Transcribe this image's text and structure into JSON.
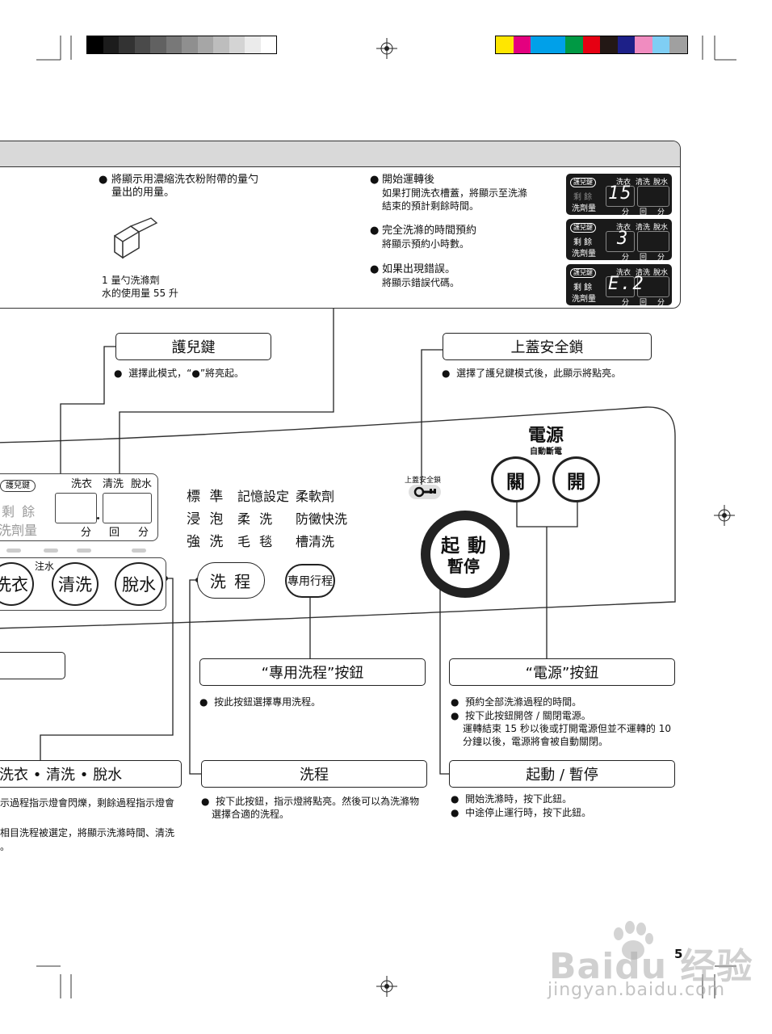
{
  "colors": {
    "panel_bg": "#ffffff",
    "header_band": "#d9d9d9",
    "ink": "#111111",
    "lcd": "#1a1a1a"
  },
  "registration": {
    "gray_bar": [
      "#000000",
      "#1c1c1c",
      "#333333",
      "#4a4a4a",
      "#616161",
      "#787878",
      "#8f8f8f",
      "#a6a6a6",
      "#bdbdbd",
      "#d4d4d4",
      "#ebebeb",
      "#ffffff"
    ],
    "color_bar": [
      "#ffe600",
      "#e4007f",
      "#00a0e9",
      "#00a0e9",
      "#009944",
      "#e60012",
      "#231815",
      "#1d2088",
      "#f08cc0",
      "#7fcef4",
      "#a0a0a0"
    ]
  },
  "top_panel": {
    "bullet1_line1": "將顯示用濃縮洗衣粉附帶的量勺",
    "bullet1_line2": "量出的用量。",
    "scoop_caption1": "1 量勺洗滌劑",
    "scoop_caption2": "水的使用量 55 升",
    "b2_title": "開始運轉後",
    "b2_line1": "如果打開洗衣槽蓋，將顯示至洗滌",
    "b2_line2": "結束的預計剩餘時間。",
    "b3_title": "完全洗滌的時間預約",
    "b3_line1": "將顯示預約小時數。",
    "b4_title": "如果出現錯誤。",
    "b4_line1": "將顯示錯誤代碼。",
    "lcds": [
      {
        "tag": "護兒鍵",
        "h1": "洗衣",
        "h2": "清洗",
        "h3": "脫水",
        "left1": "剩 餘",
        "left2": "洗劑量",
        "digits": "15",
        "u1": "分",
        "u2": "回",
        "u3": "分"
      },
      {
        "tag": "護兒鍵",
        "h1": "洗衣",
        "h2": "清洗",
        "h3": "脫水",
        "left1": "剩 餘",
        "left2": "洗劑量",
        "digits": "3",
        "u1": "分",
        "u2": "回",
        "u3": "分"
      },
      {
        "tag": "護兒鍵",
        "h1": "洗衣",
        "h2": "清洗",
        "h3": "脫水",
        "left1": "剩 餘",
        "left2": "洗劑量",
        "digits": "E.2",
        "u1": "分",
        "u2": "回",
        "u3": "分"
      }
    ]
  },
  "child_lock": {
    "title": "護兒鍵",
    "desc": "選擇此模式，“●”將亮起。"
  },
  "lid_lock": {
    "title": "上蓋安全鎖",
    "desc": "選擇了護兒鍵模式後，此顯示將點亮。",
    "icon_label": "上蓋安全鎖"
  },
  "power": {
    "title": "電源",
    "subtitle": "自動斷電",
    "off_label": "關",
    "on_label": "開"
  },
  "start": {
    "line1": "起 動",
    "line2": "暫停"
  },
  "display": {
    "tag": "護兒鍵",
    "h1": "洗衣",
    "h2": "清洗",
    "h3": "脫水",
    "left1": "剩 餘",
    "left2": "洗劑量",
    "u1": "分",
    "u2": "回",
    "u3": "分"
  },
  "programs": {
    "row1": [
      "標 準",
      "記憶設定",
      "柔軟劑"
    ],
    "row2": [
      "浸 泡",
      "柔 洗",
      "防黴快洗"
    ],
    "row3": [
      "強 洗",
      "毛 毯",
      "槽清洗"
    ]
  },
  "buttons": {
    "wash": "洗衣",
    "rinse": "清洗",
    "spin": "脫水",
    "water_note": "注水",
    "course": "洗 程",
    "special": "專用行程"
  },
  "callouts": {
    "special_title": "“專用洗程”按鈕",
    "special_desc": "按此按鈕選擇專用洗程。",
    "power_title": "“電源”按鈕",
    "power_desc1": "預約全部洗滌過程的時間。",
    "power_desc2": "按下此按鈕開啓 / 關閉電源。",
    "power_desc3": "運轉結束 15 秒以後或打開電源但並不運轉的 10",
    "power_desc4": "分鐘以後，電源將會被自動關閉。",
    "course_title": "洗程",
    "course_desc1": "按下此按鈕，指示燈將點亮。然後可以為洗滌物",
    "course_desc2": "選擇合適的洗程。",
    "start_title": "起動 / 暫停",
    "start_desc1": "開始洗滌時，按下此鈕。",
    "start_desc2": "中途停止運行時，按下此鈕。",
    "wash_title": "洗衣 • 清洗 • 脫水",
    "wash_desc1": "示過程指示燈會閃爍，剩餘過程指示燈會",
    "wash_desc2": "相目洗程被選定，將顯示洗滌時間、清洗",
    "wash_desc3": "。"
  },
  "page_number": "5",
  "watermark": {
    "brand": "Baidu 经验",
    "url": "jingyan.baidu.com"
  }
}
